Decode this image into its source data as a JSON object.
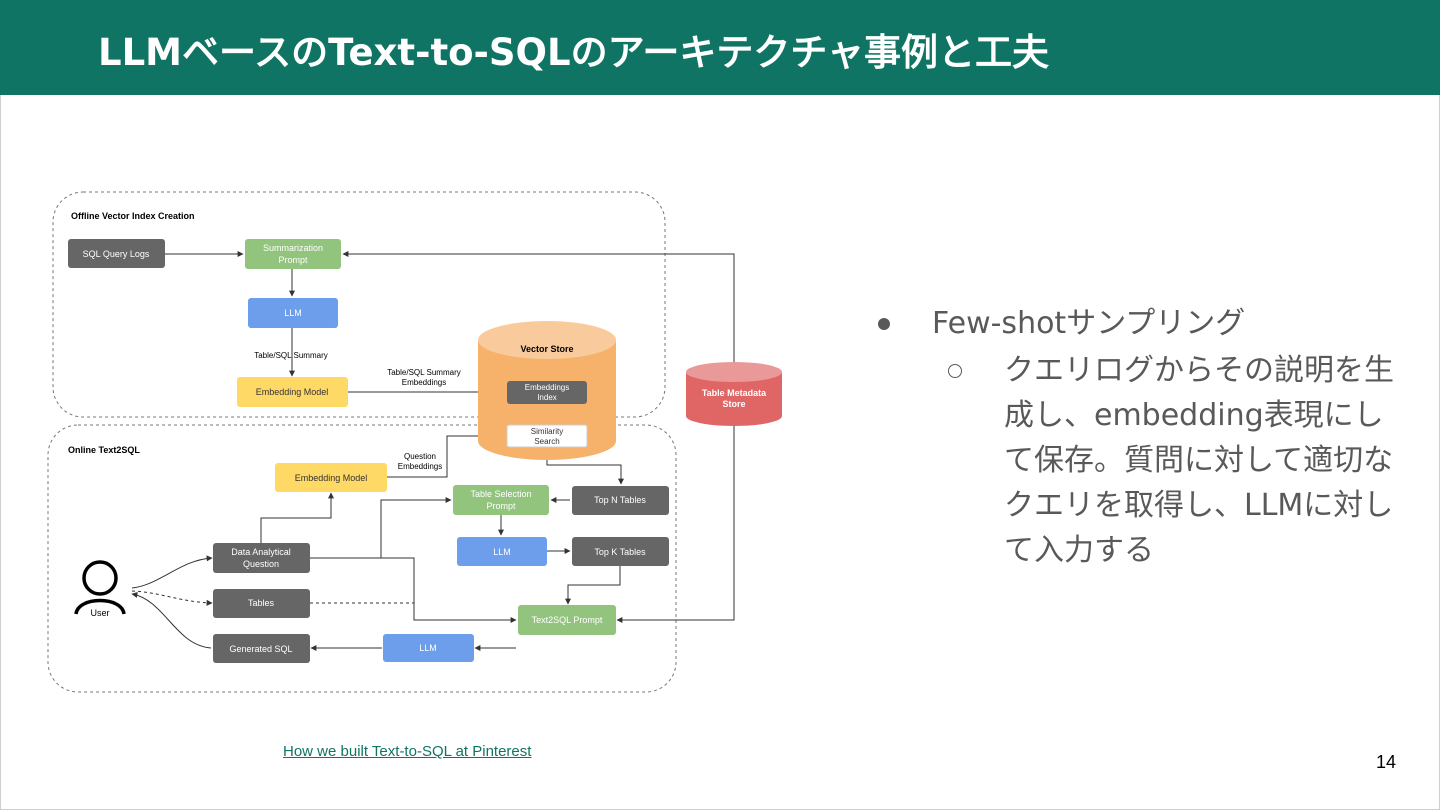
{
  "slide": {
    "title": "LLMベースのText-to-SQLのアーキテクチャ事例と工夫",
    "page_number": "14",
    "link_text": "How we built Text-to-SQL at Pinterest",
    "colors": {
      "header": "#0f7463",
      "dark_box": "#666666",
      "green_box": "#93c47d",
      "blue_box": "#6d9eeb",
      "yellow_box": "#ffd966",
      "vector_store": "#f6b26b",
      "metadata_store": "#e06666"
    }
  },
  "bullets": {
    "main": "Few-shotサンプリング",
    "sub": "クエリログからその説明を生成し、embedding表現にして保存。質問に対して適切なクエリを取得し、LLMに対して入力する"
  },
  "diagram": {
    "offline_section": "Offline Vector Index Creation",
    "online_section": "Online Text2SQL",
    "sql_query_logs": "SQL Query Logs",
    "summarization_prompt": [
      "Summarization",
      "Prompt"
    ],
    "llm_offline": "LLM",
    "table_sql_summary": "Table/SQL Summary",
    "embedding_model_offline": "Embedding Model",
    "table_sql_summary_embeddings": [
      "Table/SQL Summary",
      "Embeddings"
    ],
    "vector_store": "Vector Store",
    "embeddings_index": [
      "Embeddings",
      "Index"
    ],
    "similarity_search": [
      "Similarity",
      "Search"
    ],
    "table_metadata_store": [
      "Table Metadata",
      "Store"
    ],
    "question_embeddings": [
      "Question",
      "Embeddings"
    ],
    "embedding_model_online": "Embedding Model",
    "table_selection_prompt": [
      "Table Selection",
      "Prompt"
    ],
    "top_n_tables": "Top N Tables",
    "llm_online_1": "LLM",
    "top_k_tables": "Top K Tables",
    "data_analytical_question": [
      "Data Analytical",
      "Question"
    ],
    "tables": "Tables",
    "text2sql_prompt": "Text2SQL Prompt",
    "llm_online_2": "LLM",
    "generated_sql": "Generated SQL",
    "user": "User"
  }
}
